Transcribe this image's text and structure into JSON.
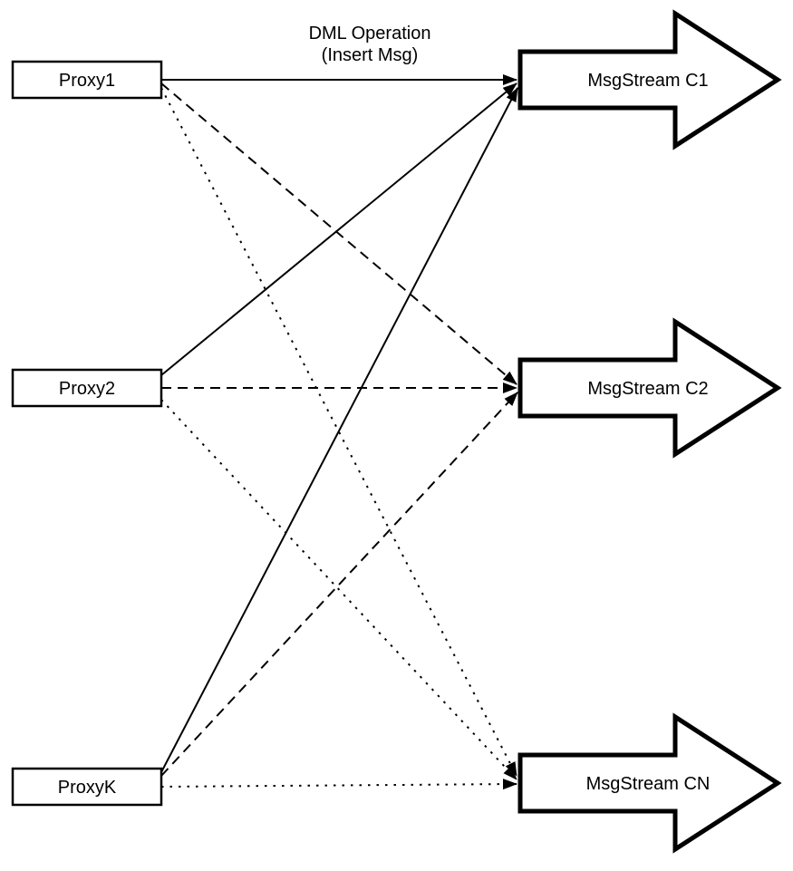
{
  "diagram": {
    "annotation": {
      "line1": "DML Operation",
      "line2": "(Insert Msg)"
    },
    "proxies": [
      {
        "label": "Proxy1"
      },
      {
        "label": "Proxy2"
      },
      {
        "label": "ProxyK"
      }
    ],
    "streams": [
      {
        "label": "MsgStream C1"
      },
      {
        "label": "MsgStream C2"
      },
      {
        "label": "MsgStream CN"
      }
    ],
    "edges": [
      {
        "from": "Proxy1",
        "to": "MsgStream C1",
        "style": "solid"
      },
      {
        "from": "Proxy2",
        "to": "MsgStream C1",
        "style": "solid"
      },
      {
        "from": "ProxyK",
        "to": "MsgStream C1",
        "style": "solid"
      },
      {
        "from": "Proxy1",
        "to": "MsgStream C2",
        "style": "dashed"
      },
      {
        "from": "Proxy2",
        "to": "MsgStream C2",
        "style": "dashed"
      },
      {
        "from": "ProxyK",
        "to": "MsgStream C2",
        "style": "dashed"
      },
      {
        "from": "Proxy1",
        "to": "MsgStream CN",
        "style": "dotted"
      },
      {
        "from": "Proxy2",
        "to": "MsgStream CN",
        "style": "dotted"
      },
      {
        "from": "ProxyK",
        "to": "MsgStream CN",
        "style": "dotted"
      }
    ],
    "colors": {
      "stroke": "#000000",
      "background": "#ffffff"
    }
  }
}
